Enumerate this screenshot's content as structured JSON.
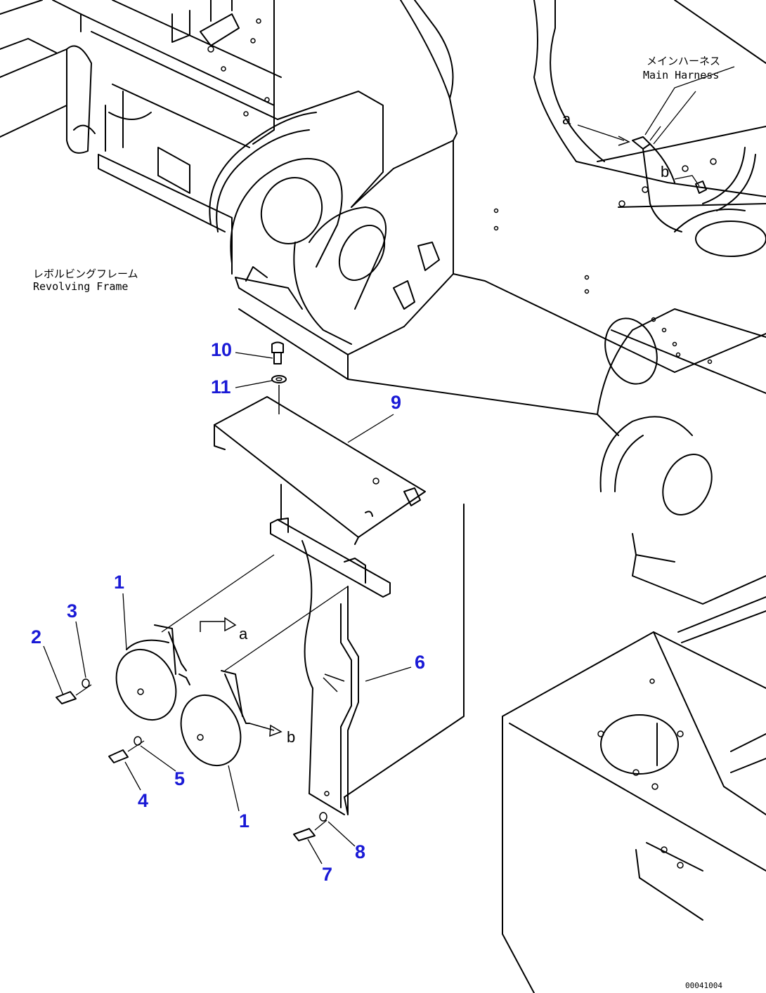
{
  "labels": {
    "revolving_frame_jp": "レボルビングフレーム",
    "revolving_frame_en": "Revolving Frame",
    "main_harness_jp": "メインハーネス",
    "main_harness_en": "Main Harness"
  },
  "connection_letters": {
    "a_top": "a",
    "b_top": "b",
    "a_bottom": "a",
    "b_bottom": "b"
  },
  "callouts": {
    "c1_upper": "1",
    "c1_lower": "1",
    "c2": "2",
    "c3": "3",
    "c4": "4",
    "c5": "5",
    "c6": "6",
    "c7": "7",
    "c8": "8",
    "c9": "9",
    "c10": "10",
    "c11": "11"
  },
  "figure_id": "00041004",
  "colors": {
    "callout": "#1a1ad6",
    "line": "#000000",
    "background": "#ffffff"
  }
}
